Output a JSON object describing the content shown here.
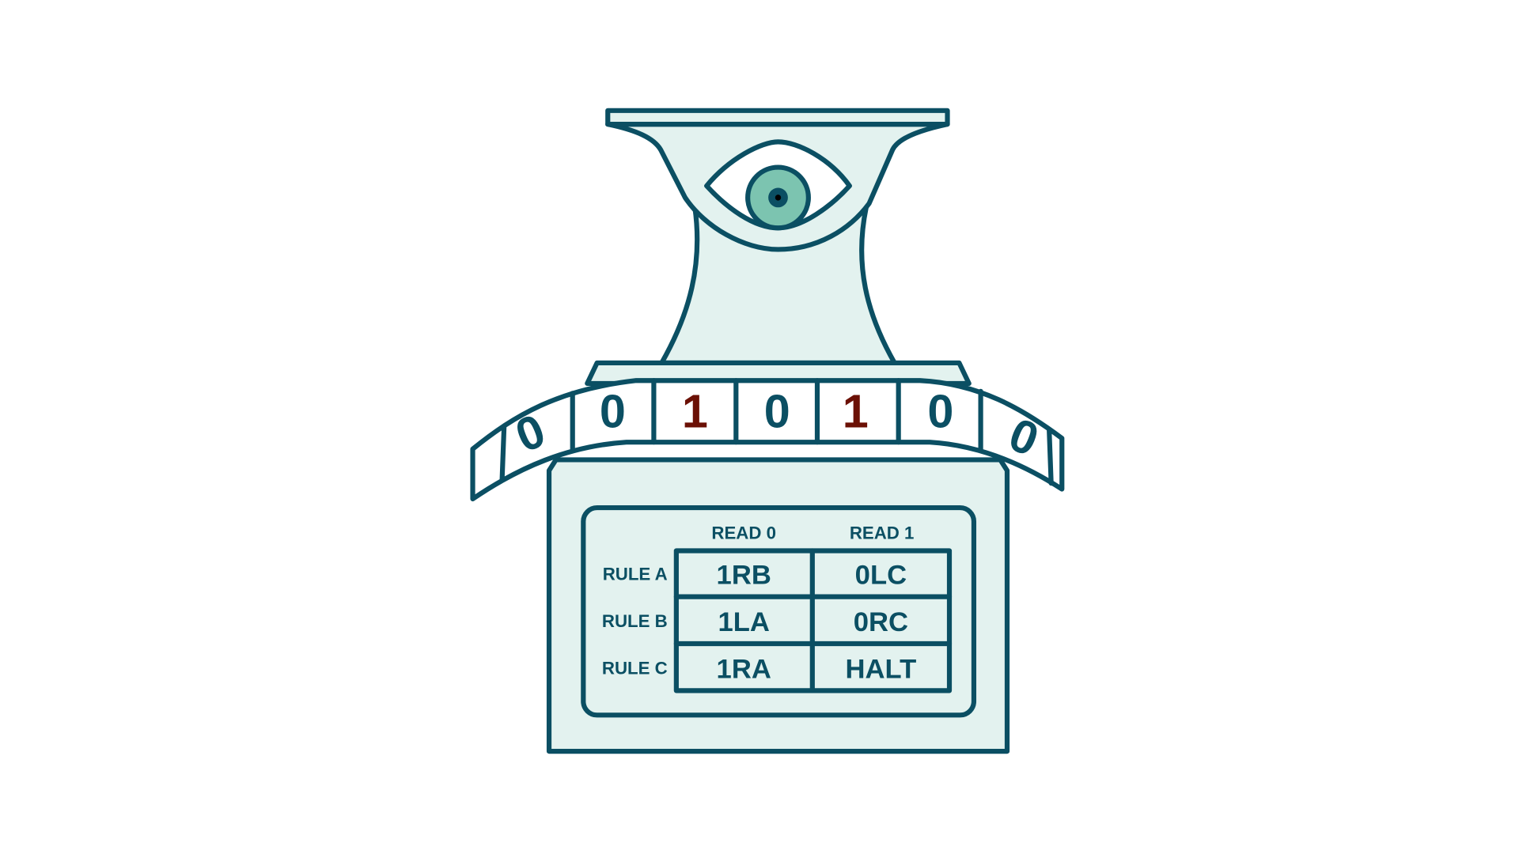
{
  "tape": {
    "cells": [
      "0",
      "0",
      "1",
      "0",
      "1",
      "0",
      "0"
    ]
  },
  "rules_table": {
    "columns": [
      "READ 0",
      "READ 1"
    ],
    "rows": [
      {
        "label": "RULE A",
        "read0": "1RB",
        "read1": "0LC"
      },
      {
        "label": "RULE B",
        "read0": "1LA",
        "read1": "0RC"
      },
      {
        "label": "RULE C",
        "read0": "1RA",
        "read1": "HALT"
      }
    ]
  },
  "colors": {
    "outline": "#0b4f63",
    "body_fill": "#e3f2ef",
    "iris": "#7cc4b0",
    "one_digit": "#6b1005"
  }
}
